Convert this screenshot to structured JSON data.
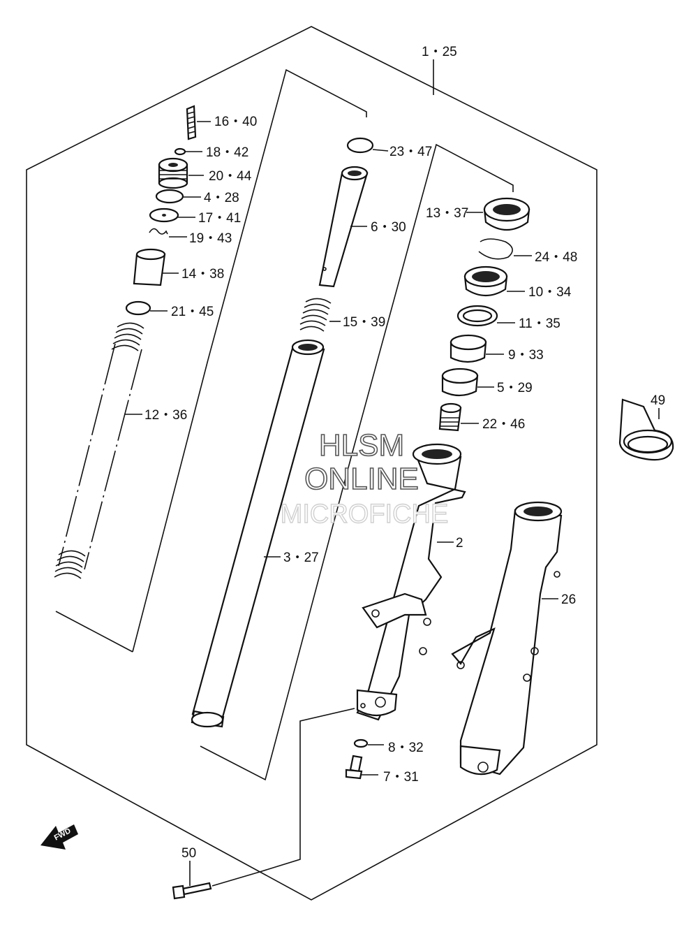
{
  "labels": {
    "l_1_25": "1・25",
    "l_16_40": "16・40",
    "l_18_42": "18・42",
    "l_20_44": "20・44",
    "l_4_28": "4・28",
    "l_17_41": "17・41",
    "l_19_43": "19・43",
    "l_14_38": "14・38",
    "l_21_45": "21・45",
    "l_12_36": "12・36",
    "l_23_47": "23・47",
    "l_6_30": "6・30",
    "l_15_39": "15・39",
    "l_3_27": "3・27",
    "l_13_37": "13・37",
    "l_24_48": "24・48",
    "l_10_34": "10・34",
    "l_11_35": "11・35",
    "l_9_33": "9・33",
    "l_5_29": "5・29",
    "l_22_46": "22・46",
    "l_2": "2",
    "l_26": "26",
    "l_49": "49",
    "l_8_32": "8・32",
    "l_7_31": "7・31",
    "l_50": "50"
  },
  "watermark": {
    "line1": "HLSM",
    "line2": "ONLINE",
    "line3": "MICROFICHE"
  },
  "fwd_badge": "FWD"
}
